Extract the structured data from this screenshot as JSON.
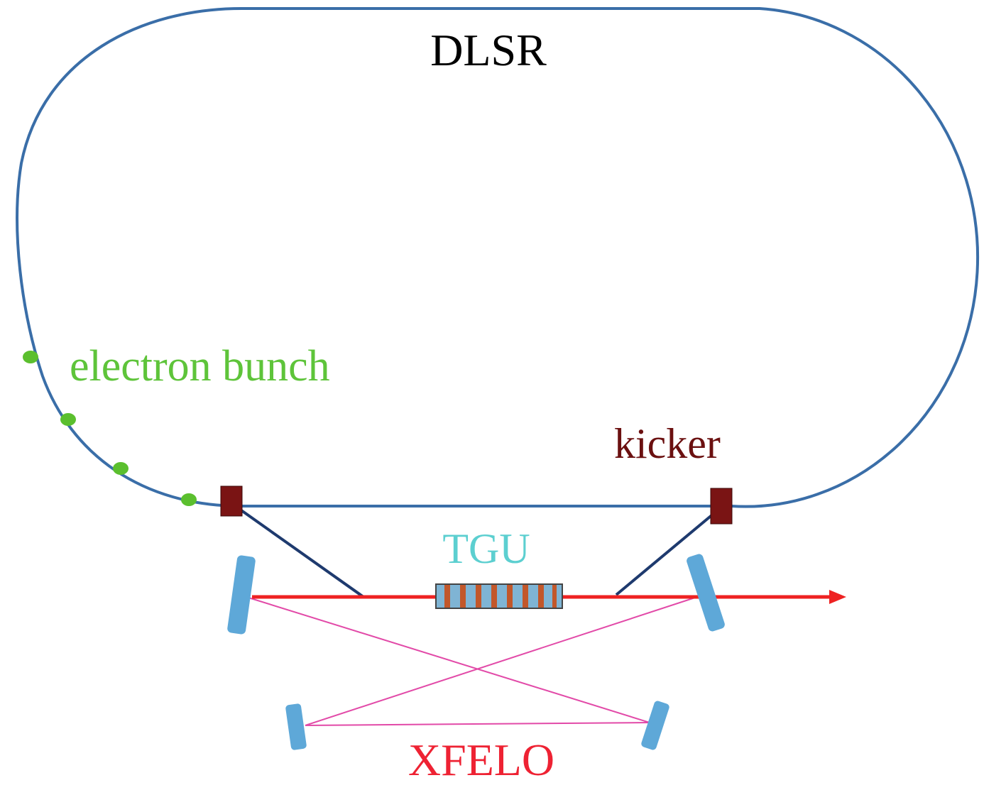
{
  "labels": {
    "ring": "DLSR",
    "bunch": "electron bunch",
    "kicker": "kicker",
    "undulator": "TGU",
    "cavity": "XFELO"
  },
  "colors": {
    "ring": "#3a6ea8",
    "bunch": "#5bbf2e",
    "bunch_label": "#5ec43a",
    "kicker": "#7a1414",
    "kicker_label": "#6b1010",
    "transfer_line": "#1e3a6e",
    "beam": "#ee2222",
    "cavity_path": "#e24aa8",
    "mirror": "#5ea8d8",
    "undulator_label": "#5ccfd0",
    "cavity_label": "#ee2233",
    "ring_label": "#000000"
  }
}
